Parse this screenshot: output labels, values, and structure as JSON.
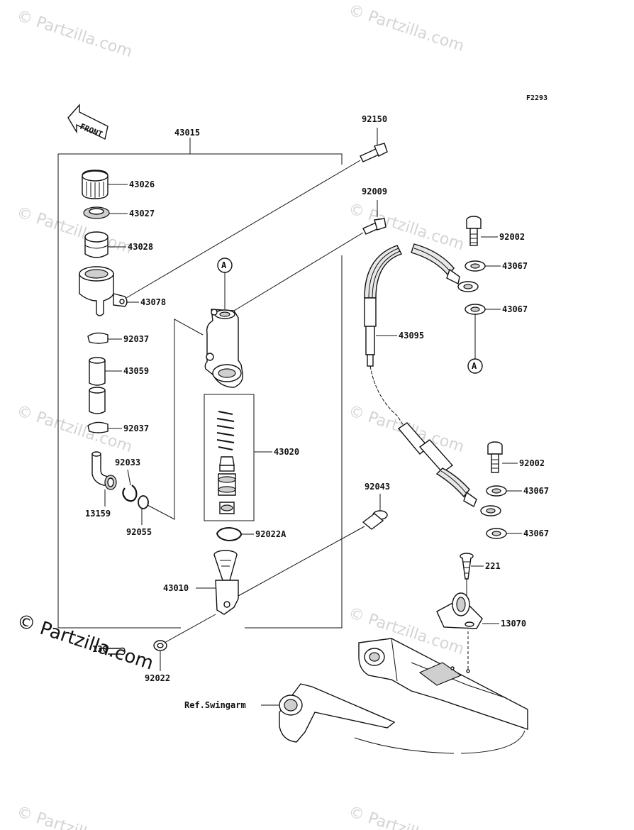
{
  "diagram": {
    "code": "F2293",
    "front_label": "FRONT",
    "ref_label": "Ref.Swingarm",
    "callout_letter": "A",
    "watermark": "© Partzilla.com",
    "labels": {
      "p43015": "43015",
      "p43026": "43026",
      "p43027": "43027",
      "p43028": "43028",
      "p43078": "43078",
      "p92037a": "92037",
      "p43059": "43059",
      "p92037b": "92037",
      "p92033": "92033",
      "p13159": "13159",
      "p92055": "92055",
      "p43020": "43020",
      "p92022a": "92022A",
      "p43010": "43010",
      "p92022": "92022",
      "p130": "130",
      "p92150": "92150",
      "p92009": "92009",
      "p92002a": "92002",
      "p43067a": "43067",
      "p43067b": "43067",
      "p43095": "43095",
      "p92002b": "92002",
      "p43067c": "43067",
      "p43067d": "43067",
      "p92043": "92043",
      "p221": "221",
      "p13070": "13070"
    }
  }
}
